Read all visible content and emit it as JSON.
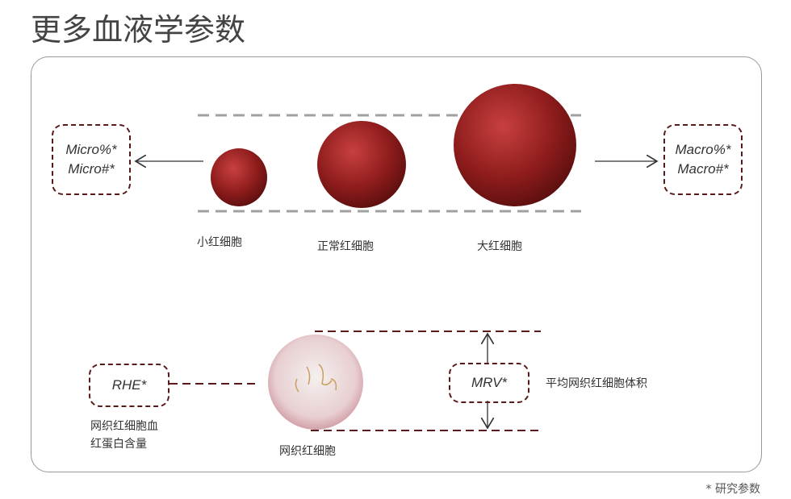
{
  "title": "更多血液学参数",
  "cells": {
    "micro": "小红细胞",
    "normal": "正常红细胞",
    "macro": "大红细胞",
    "retic": "网织红细胞"
  },
  "boxes": {
    "micro": [
      "Micro%*",
      "Micro#*"
    ],
    "macro": [
      "Macro%*",
      "Macro#*"
    ],
    "rhe": "RHE*",
    "mrv": "MRV*"
  },
  "labels": {
    "rhe_desc_1": "网织红细胞血",
    "rhe_desc_2": "红蛋白含量",
    "mrv_desc": "平均网织红细胞体积"
  },
  "footnote": "* 研究参数",
  "colors": {
    "dash_box": "#5a1a1a",
    "rbc": "#8e1c1c",
    "guide": "#a0a0a0"
  }
}
